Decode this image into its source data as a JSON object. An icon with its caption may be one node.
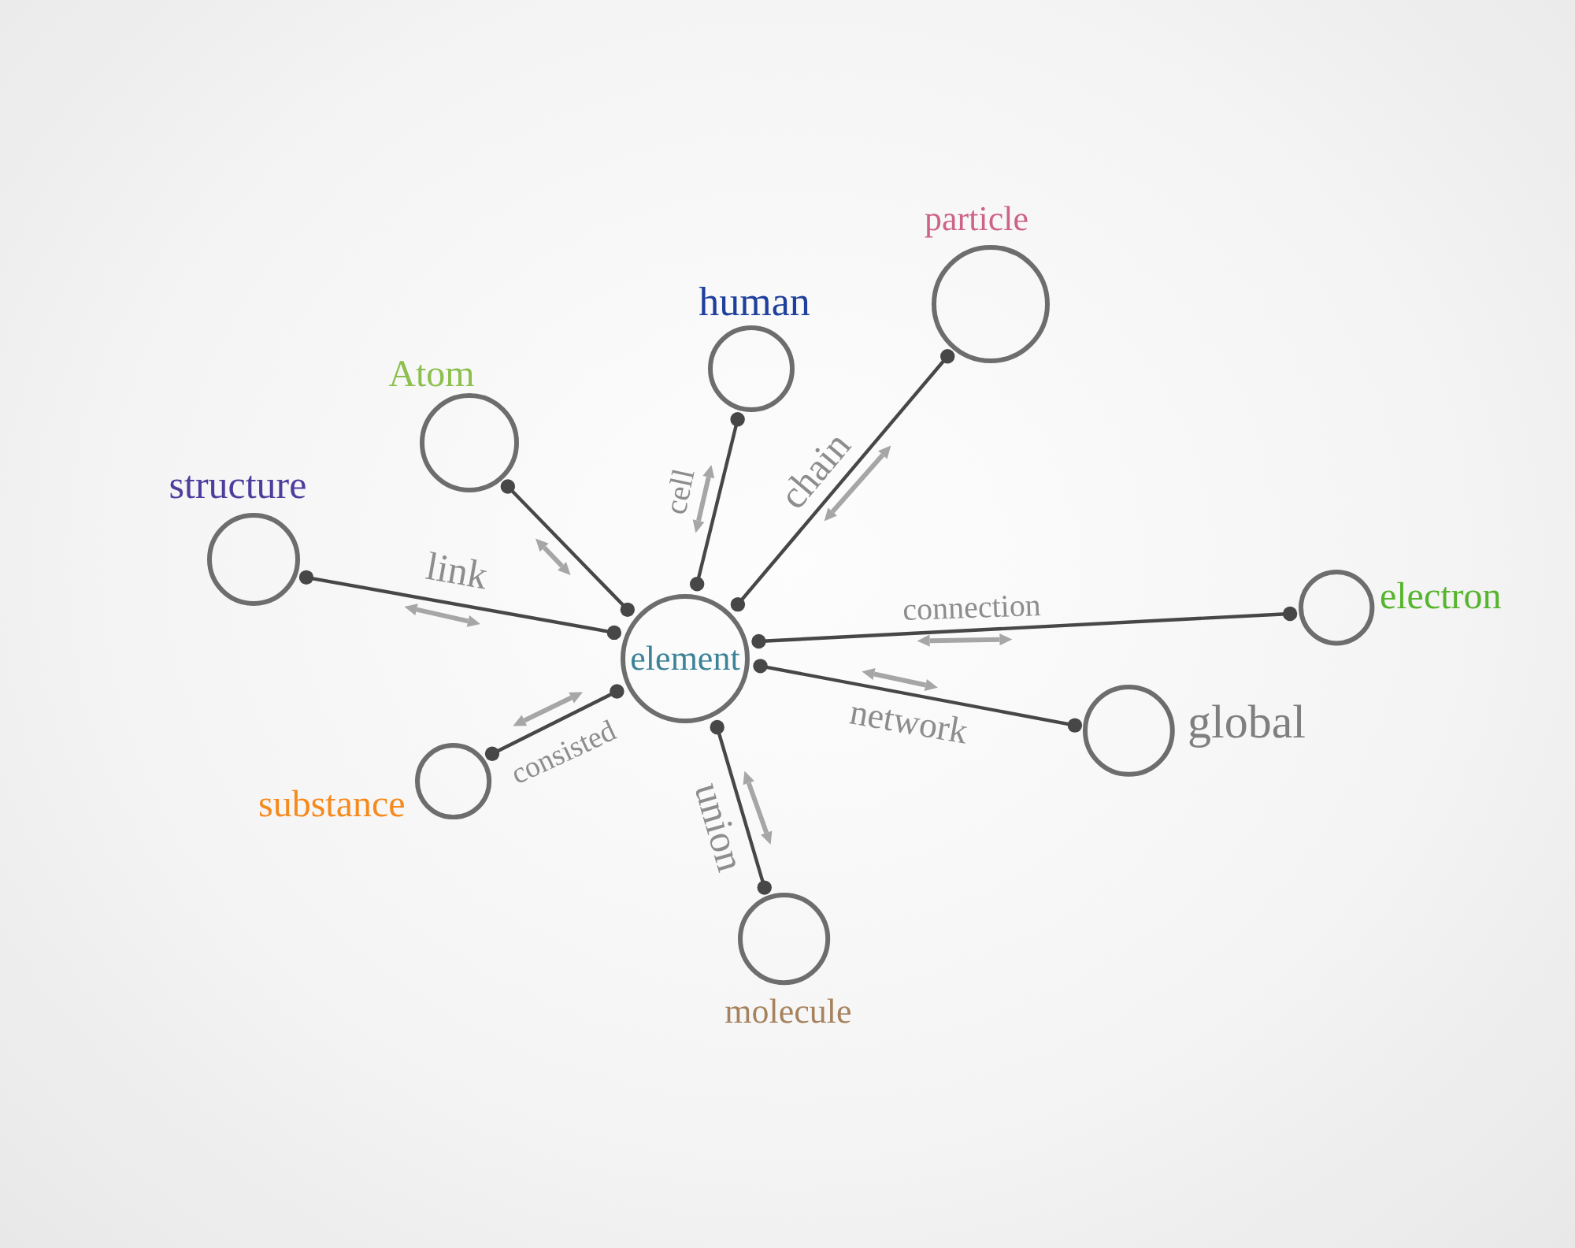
{
  "diagram": {
    "nodes": [
      {
        "text": [
          "element"
        ]
      },
      {
        "text": [
          "structure"
        ]
      },
      {
        "text": [
          "Atom"
        ]
      },
      {
        "text": [
          "human"
        ]
      },
      {
        "text": [
          "particle"
        ]
      },
      {
        "text": [
          "electron"
        ]
      },
      {
        "text": [
          "global"
        ]
      },
      {
        "text": [
          "molecule"
        ]
      },
      {
        "text": [
          "substance"
        ]
      }
    ],
    "edges": [
      {
        "from": 0,
        "to": 1,
        "arrow": "other",
        "label": "link"
      },
      {
        "from": 0,
        "to": 2,
        "arrow": "other"
      },
      {
        "from": 0,
        "to": 3,
        "arrow": "other",
        "label": "cell"
      },
      {
        "from": 0,
        "to": 4,
        "arrow": "other",
        "label": "chain"
      },
      {
        "from": 0,
        "to": 5,
        "arrow": "other",
        "label": "connection"
      },
      {
        "from": 0,
        "to": 6,
        "arrow": "other",
        "label": "network"
      },
      {
        "from": 0,
        "to": 7,
        "arrow": "other",
        "label": "union"
      },
      {
        "from": 0,
        "to": 8,
        "arrow": "other",
        "label": "consisted"
      }
    ]
  }
}
